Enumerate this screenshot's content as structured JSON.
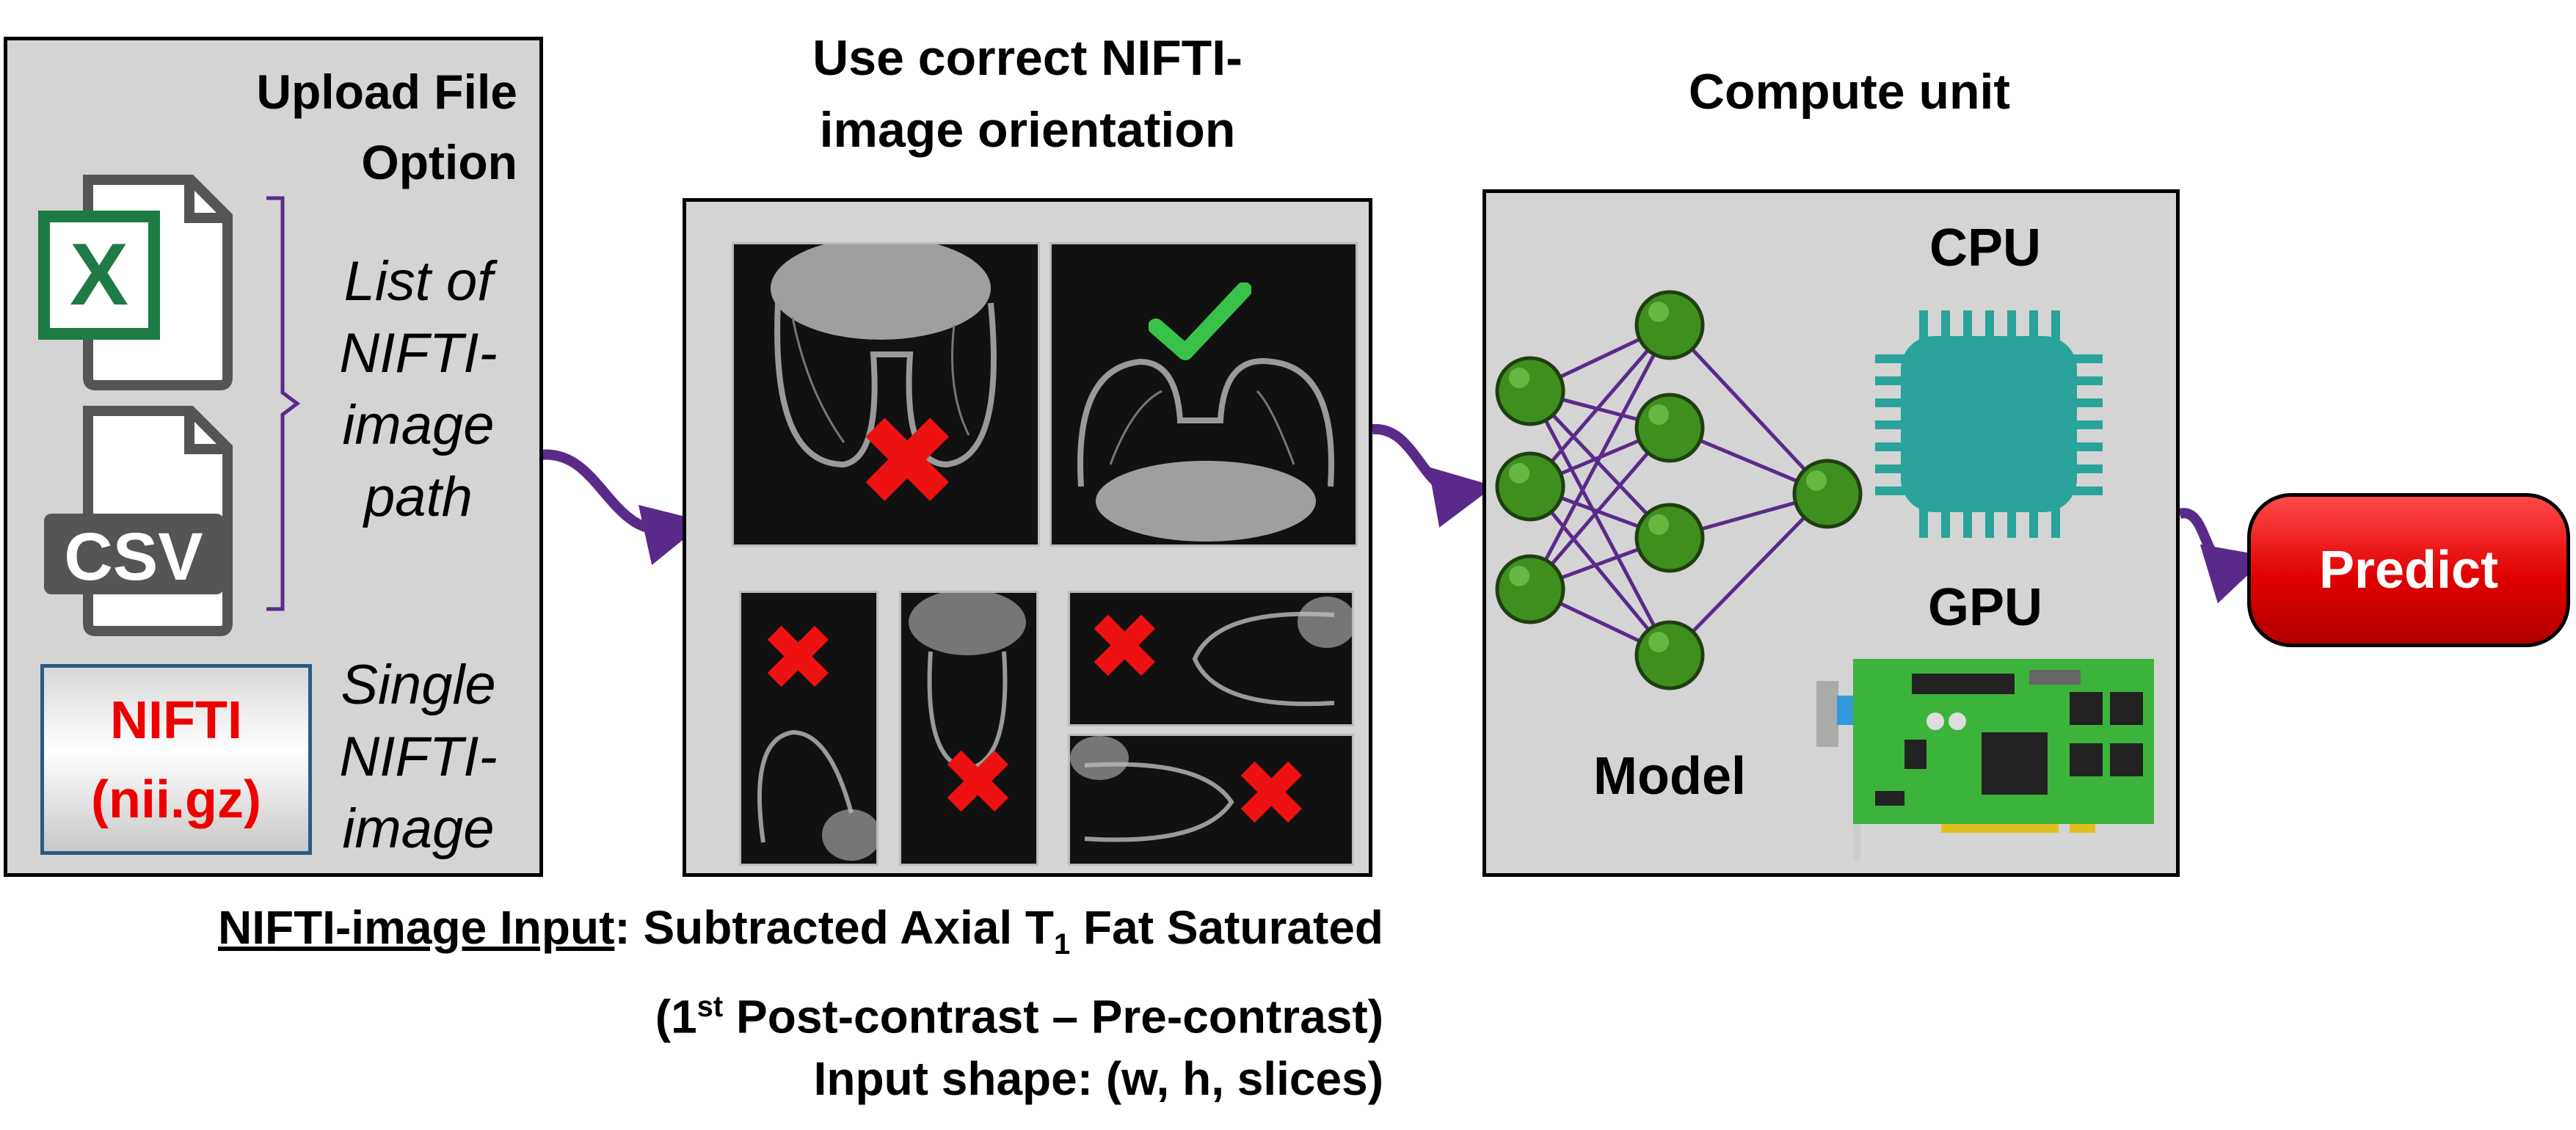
{
  "upload": {
    "title": "Upload File Option",
    "list_label": [
      "List of",
      "NIFTI-",
      "image",
      "path"
    ],
    "nifti_badge": [
      "NIFTI",
      "(nii.gz)"
    ],
    "single_label": [
      "Single",
      "NIFTI-",
      "image"
    ],
    "excel_letter": "X",
    "csv_letters": "CSV"
  },
  "orientation": {
    "title": [
      "Use correct NIFTI-",
      "image orientation"
    ]
  },
  "compute": {
    "title": "Compute unit",
    "cpu_label": "CPU",
    "gpu_label": "GPU",
    "model_label": "Model"
  },
  "predict": {
    "label": "Predict"
  },
  "caption": {
    "input_label": "NIFTI-image Input",
    "line1_rest": ": Subtracted Axial T",
    "t_sub": "1",
    "line1_end": " Fat Saturated",
    "line2_a": "(1",
    "line2_sup": "st",
    "line2_b": " Post-contrast – Pre-contrast)",
    "line3": "Input shape: (w, h, slices)"
  },
  "colors": {
    "panel": "#d4d4d4",
    "excel_green": "#1e7b45",
    "cross_red": "#ee1111",
    "check_green": "#39c24a",
    "node_green": "#3f8f1f",
    "edge_purple": "#5a2a8a",
    "chip_teal": "#2aa39a",
    "pcb_green": "#3cb43c",
    "predict_red": "#e00000"
  }
}
